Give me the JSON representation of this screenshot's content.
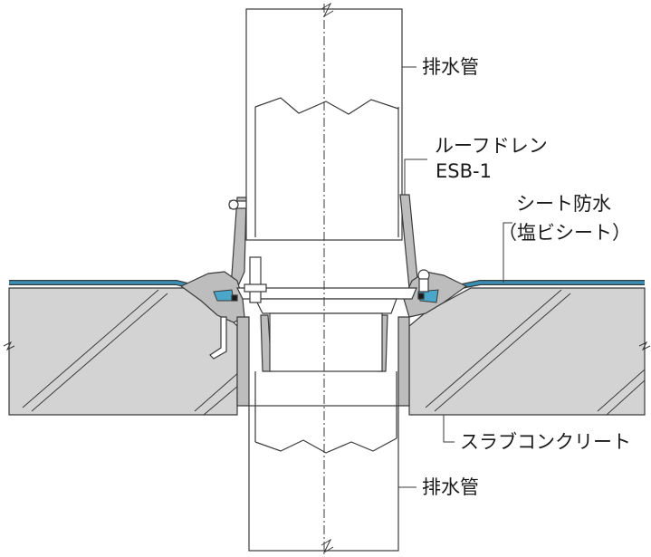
{
  "labels": {
    "pipe_top": "排水管",
    "roof_drain": "ルーフドレン",
    "roof_drain_model": "ESB-1",
    "sheet_waterproof": "シート防水",
    "sheet_material": "（塩ビシート）",
    "slab": "スラブコンクリート",
    "pipe_bottom": "排水管"
  },
  "colors": {
    "line": "#3a3a3a",
    "concrete": "#d3d3d3",
    "pipe": "#ffffff",
    "drain_metal": "#bdbdbd",
    "sheet": "#3a8fb5",
    "sealant": "#4aa7c9"
  }
}
